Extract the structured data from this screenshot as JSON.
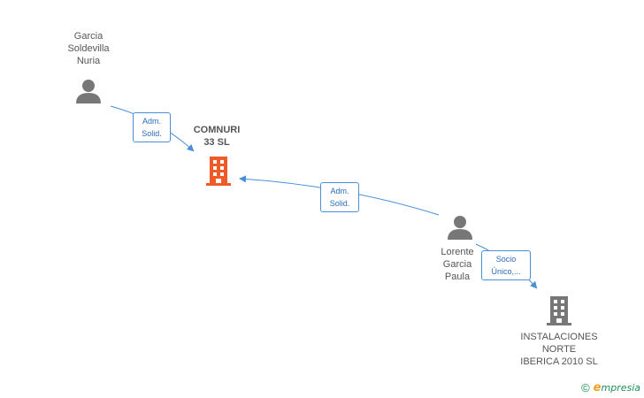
{
  "nodes": {
    "garcia": {
      "lines": [
        "Garcia",
        "Soldevilla",
        "Nuria"
      ],
      "icon": "person-icon"
    },
    "comnuri": {
      "lines": [
        "COMNURI",
        "33 SL"
      ],
      "icon": "building-icon",
      "color": "#f05a28"
    },
    "lorente": {
      "lines": [
        "Lorente",
        "Garcia",
        "Paula"
      ],
      "icon": "person-icon"
    },
    "instalaciones": {
      "lines": [
        "INSTALACIONES",
        "NORTE",
        "IBERICA 2010 SL"
      ],
      "icon": "building-icon",
      "color": "#777777"
    }
  },
  "edges": {
    "garcia_comnuri": {
      "lines": [
        "Adm.",
        "Solid."
      ]
    },
    "lorente_comnuri": {
      "lines": [
        "Adm.",
        "Solid."
      ]
    },
    "lorente_instalaciones": {
      "lines": [
        "Socio",
        "Único,..."
      ]
    }
  },
  "colors": {
    "edge": "#4a8fd6",
    "person": "#777777",
    "main_company": "#f05a28",
    "company": "#777777",
    "brand": "#1f8c57"
  },
  "watermark": {
    "copyright": "©",
    "brand_e": "e",
    "brand_rest": "mpresia"
  }
}
